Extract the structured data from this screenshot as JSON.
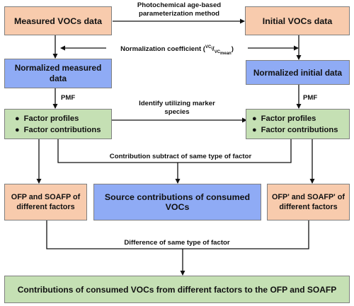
{
  "boxes": {
    "measured_vocs": "Measured VOCs data",
    "initial_vocs": "Initial VOCs data",
    "normalized_measured": "Normalized measured data",
    "normalized_initial": "Normalized initial data",
    "left_factors": [
      "Factor profiles",
      "Factor contributions"
    ],
    "right_factors": [
      "Factor profiles",
      "Factor contributions"
    ],
    "ofp_soafp_left": "OFP and SOAFP of different factors",
    "source_contributions": "Source contributions of consumed VOCs",
    "ofp_soafp_right": "OFP' and SOAFP' of different factors",
    "final_result": "Contributions of consumed VOCs from different factors to the OFP and SOAFP"
  },
  "labels": {
    "photochemical": "Photochemical age-based parameterization method",
    "normalization_prefix": "Normalization coefficient (",
    "normalization_vc_i": "VC",
    "normalization_i": "i",
    "normalization_slash": "/",
    "normalization_vc_mean": "VC",
    "normalization_mean": "mean",
    "normalization_suffix": ")",
    "pmf_left": "PMF",
    "pmf_right": "PMF",
    "identify_marker": "Identify utilizing marker species",
    "subtract_factor": "Contribution subtract of same type of factor",
    "difference_factor": "Difference of same type of factor"
  },
  "colors": {
    "peach": "#f8cbad",
    "blue": "#8fabf5",
    "green": "#c5e0b4",
    "border": "#7f7f7f",
    "arrow": "#111111"
  }
}
